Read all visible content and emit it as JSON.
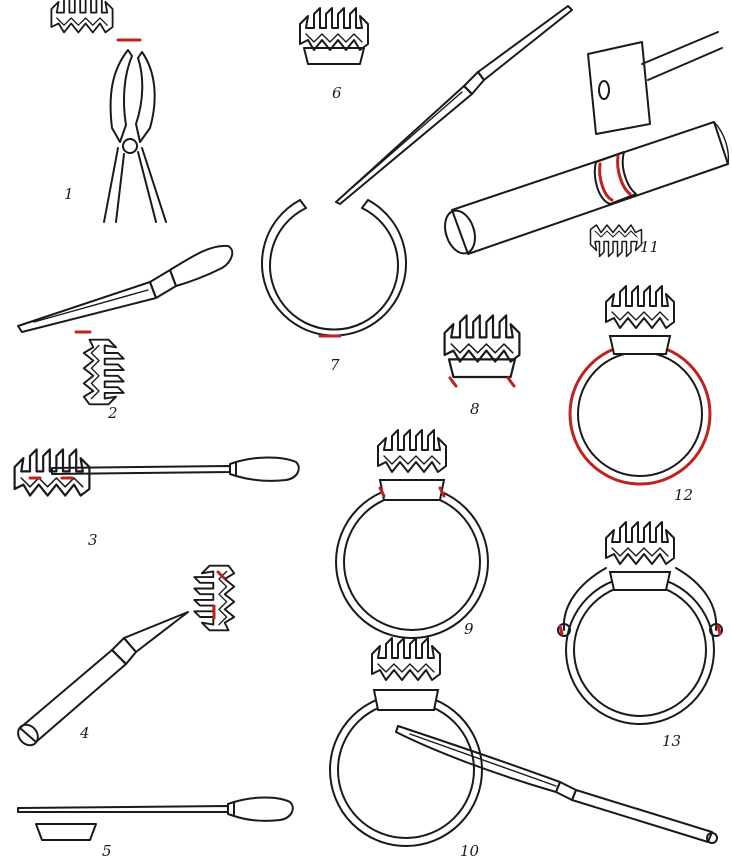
{
  "colors": {
    "ink": "#1a1a1a",
    "solder_highlight": "#c0221f",
    "background": "#ffffff"
  },
  "figures": [
    {
      "id": "1",
      "label": "1",
      "icon": "tin-snips-cutting-crown-strip"
    },
    {
      "id": "2",
      "label": "2",
      "icon": "file-shaping-crown-prongs"
    },
    {
      "id": "3",
      "label": "3",
      "icon": "needle-file-on-crown"
    },
    {
      "id": "4",
      "label": "4",
      "icon": "scriber-and-crown"
    },
    {
      "id": "5",
      "label": "5",
      "icon": "needle-file-and-bezel-base"
    },
    {
      "id": "6",
      "label": "6",
      "icon": "crown-with-base"
    },
    {
      "id": "7",
      "label": "7",
      "icon": "open-ring-shank-with-file"
    },
    {
      "id": "8",
      "label": "8",
      "icon": "crown-soldered-to-base"
    },
    {
      "id": "9",
      "label": "9",
      "icon": "ring-with-crown-setting"
    },
    {
      "id": "10",
      "label": "10",
      "icon": "ring-with-file"
    },
    {
      "id": "11",
      "label": "11",
      "icon": "hammer-on-mandrel"
    },
    {
      "id": "12",
      "label": "12",
      "icon": "ring-shank-soldered"
    },
    {
      "id": "13",
      "label": "13",
      "icon": "ring-with-side-supports"
    }
  ]
}
